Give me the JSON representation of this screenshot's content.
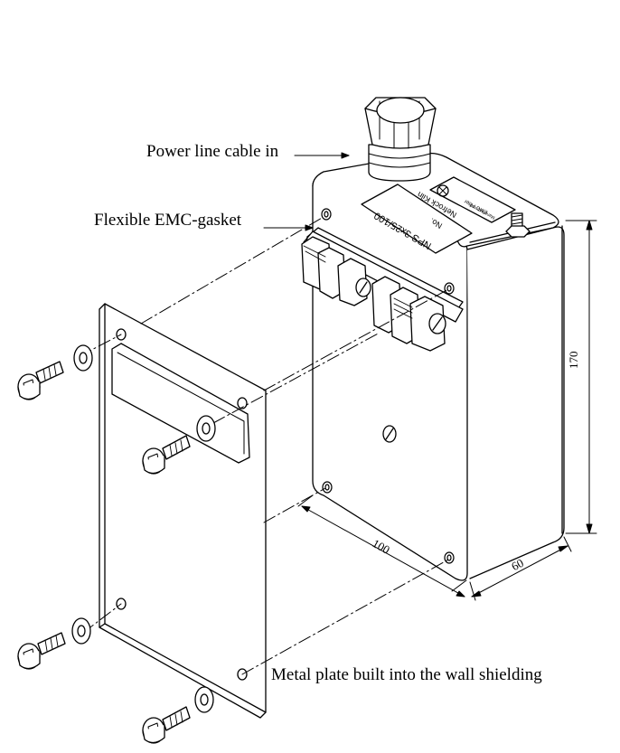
{
  "labels": {
    "power_cable": "Power line cable in",
    "gasket": "Flexible EMC-gasket",
    "metal_plate": "Metal plate built into the wall shielding"
  },
  "dimensions": {
    "height": "170",
    "width": "100",
    "depth": "60"
  },
  "nameplate": {
    "line1": "NPS 3x25/100",
    "line2": "No.",
    "line3": "Nefrock Kiln"
  },
  "maker_plate": {
    "line1": "EMC Filter",
    "line2": "Manufactured"
  },
  "colors": {
    "line": "#000000",
    "background": "#ffffff"
  }
}
